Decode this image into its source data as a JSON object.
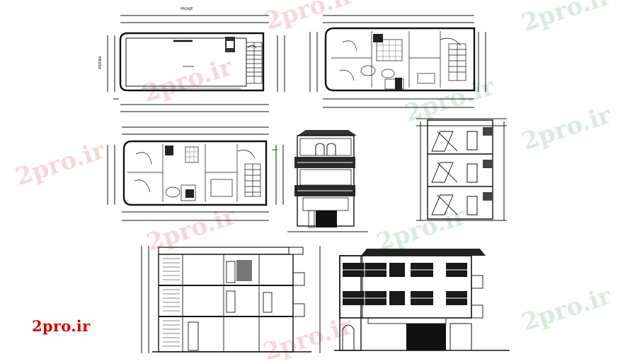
{
  "drawing": {
    "plan_label": "PASAJE",
    "side_label": "ARRIBA"
  },
  "watermarks": {
    "text": "2pro.ir",
    "logo_text": "2pro.ir"
  },
  "colors": {
    "ink": "#111111",
    "dim_line": "#222222",
    "watermark_red": "#e9a9a9",
    "watermark_green": "#a9d6b0",
    "logo_red": "#d10000",
    "dark_facade": "#1a1a1a"
  }
}
